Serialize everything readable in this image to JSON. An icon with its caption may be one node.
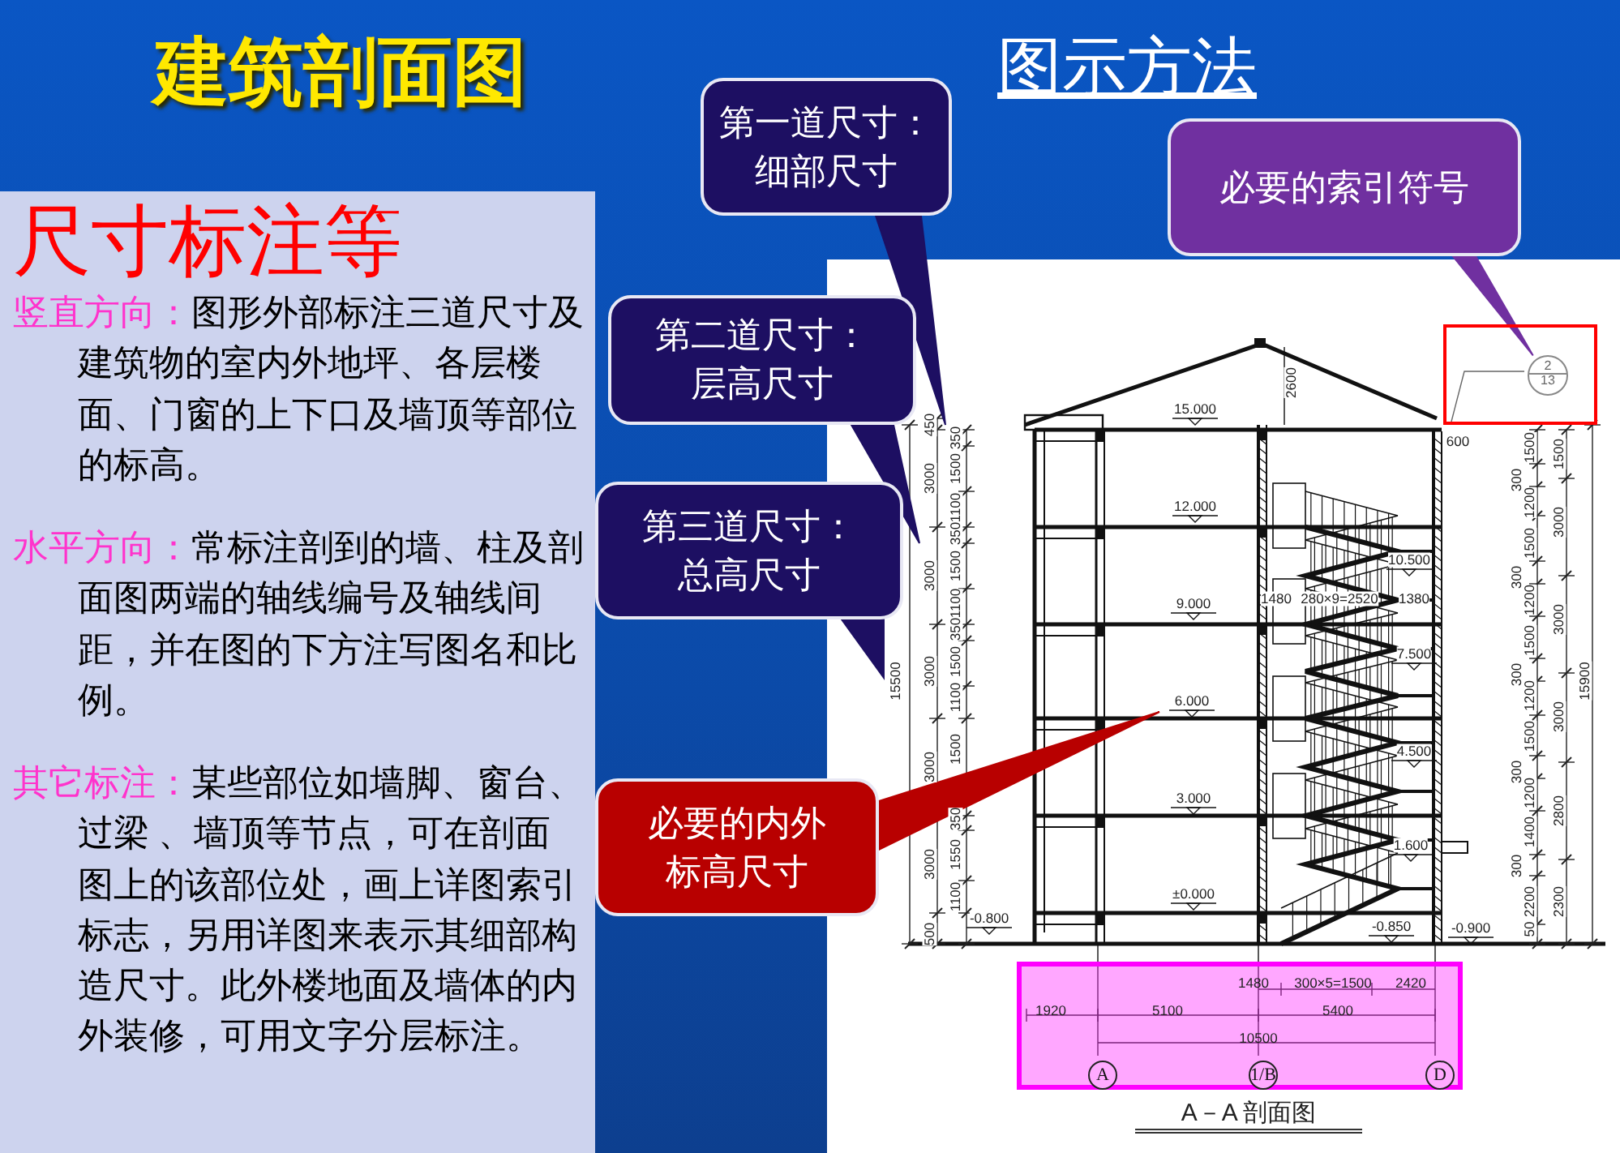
{
  "diagram": {
    "title": "建筑剖面图",
    "caption": "A－A 剖面图",
    "nodes": [
      {
        "text": [
          "尺寸标注等",
          "竖直方向：",
          "图形外部标注三道尺寸及建筑物的室内外地坪、各层楼面、门窗的上下口及墙顶等部位的标高。",
          "水平方向：",
          "常标注剖到的墙、柱及剖面图两端的轴线编号及轴线间距，并在图的下方注写图名和比例。",
          "其它标注：",
          "某些部位如墙脚、窗台、过梁 、墙顶等节点，可在剖面图上的该部位处，画上详图索引标志，另用详图来表示其细部构造尺寸。此外楼地面及墙体的内外装修，可用文字分层标注。"
        ]
      },
      {
        "text": [
          "第一道尺寸：细部尺寸"
        ]
      },
      {
        "text": [
          "必要的索引符号"
        ]
      },
      {
        "text": [
          "第二道尺寸：层高尺寸"
        ]
      },
      {
        "text": [
          "第三道尺寸：总高尺寸"
        ]
      },
      {
        "text": [],
        "shape": "box"
      },
      {
        "text": [
          "2",
          "13"
        ],
        "in": 5
      },
      {
        "text": [
          "6.000"
        ]
      },
      {
        "text": [
          "必要的内外标高尺寸"
        ]
      },
      {
        "text": [
          "1480",
          "300×5=1500",
          "2420",
          "1920",
          "5100",
          "5400",
          "10500"
        ]
      },
      {
        "text": [
          "A"
        ],
        "in": 9
      },
      {
        "text": [
          "1/B"
        ],
        "in": 9
      },
      {
        "text": [
          "D"
        ],
        "in": 9
      }
    ],
    "edges": [
      {
        "from": 1,
        "to": null,
        "arrow": "to"
      },
      {
        "from": 3,
        "to": null,
        "arrow": "to"
      },
      {
        "from": 4,
        "to": null,
        "arrow": "to"
      },
      {
        "from": 2,
        "to": 6,
        "arrow": "to"
      },
      {
        "from": 8,
        "to": 7,
        "arrow": "to"
      }
    ],
    "labels": [
      "图示方法",
      "15.000",
      "12.000",
      "9.000",
      "3.000",
      "±0.000",
      "-0.800",
      "10.500",
      "7.500",
      "4.500",
      "1.600",
      "-0.850",
      "-0.900",
      "2600",
      "600",
      "1480",
      "280×9=2520",
      "1380",
      "15500",
      "450",
      "3000",
      "3000",
      "3000",
      "3000",
      "3000",
      "500",
      "350",
      "1500",
      "1100",
      "350",
      "1500",
      "1100",
      "350",
      "1500",
      "1100",
      "1500",
      "350",
      "1550",
      "1100",
      "1500",
      "300",
      "1200",
      "1500",
      "300",
      "1200",
      "1500",
      "300",
      "1200",
      "1500",
      "300",
      "1200",
      "1400",
      "300",
      "2200",
      "50",
      "1500",
      "3000",
      "3000",
      "3000",
      "2800",
      "2300",
      "15900"
    ]
  }
}
